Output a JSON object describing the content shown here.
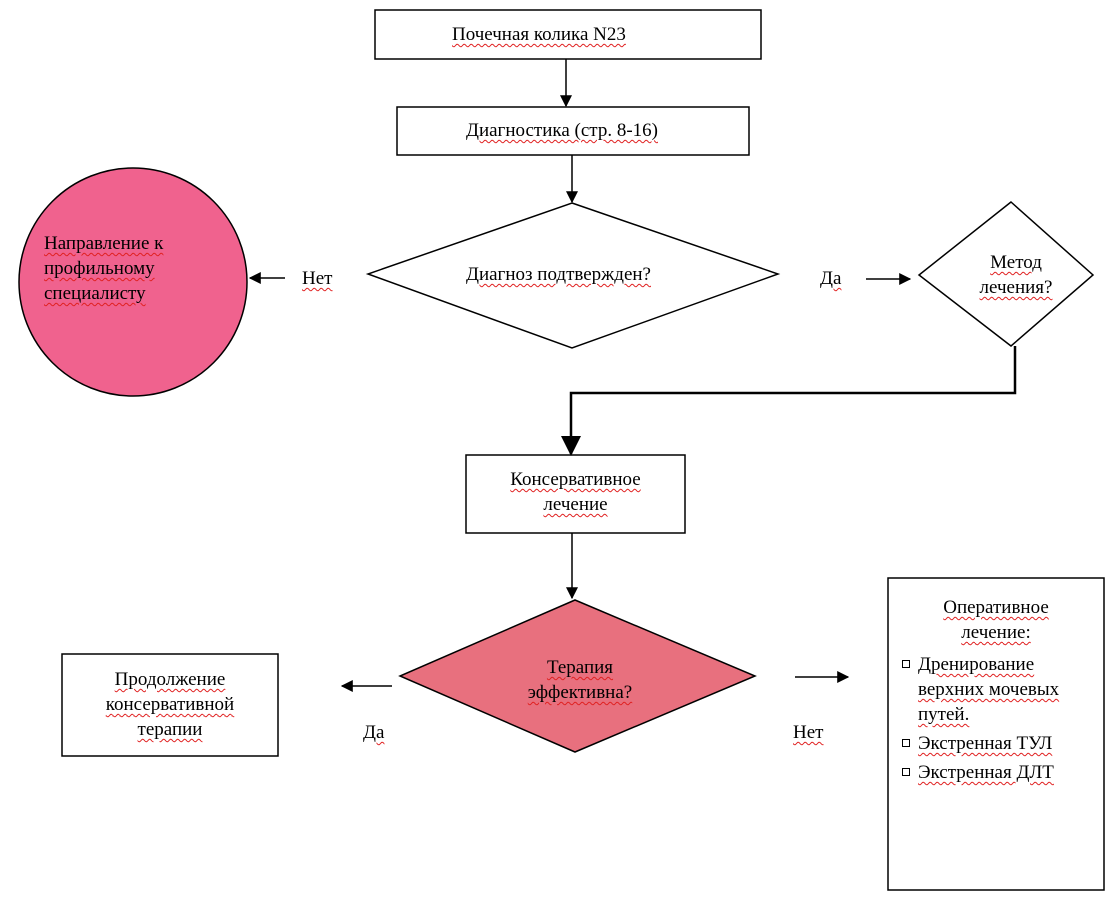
{
  "nodes": {
    "renal_colic": "Почечная колика N23",
    "diagnostics": "Диагностика (стр. 8-16)",
    "diagnosis_confirmed": "Диагноз подтвержден?",
    "referral_line1": "Направление к",
    "referral_line2": "профильному",
    "referral_line3": "специалисту",
    "treatment_method_line1": "Метод",
    "treatment_method_line2": "лечения?",
    "conservative_line1": "Консервативное",
    "conservative_line2": "лечение",
    "therapy_effective_line1": "Терапия",
    "therapy_effective_line2": "эффективна?",
    "continue_line1": "Продолжение",
    "continue_line2": "консервативной",
    "continue_line3": "терапии",
    "operative_line1": "Оперативное",
    "operative_line2": "лечение:",
    "operative_items": [
      "Дренирование верхних мочевых путей.",
      "Экстренная ТУЛ",
      "Экстренная ДЛТ"
    ]
  },
  "edges": {
    "no_1": "Нет",
    "yes_1": "Да",
    "yes_2": "Да",
    "no_2": "Нет"
  },
  "colors": {
    "referral_fill": "#f0628e",
    "therapy_fill": "#e8707e",
    "stroke": "#000000"
  }
}
